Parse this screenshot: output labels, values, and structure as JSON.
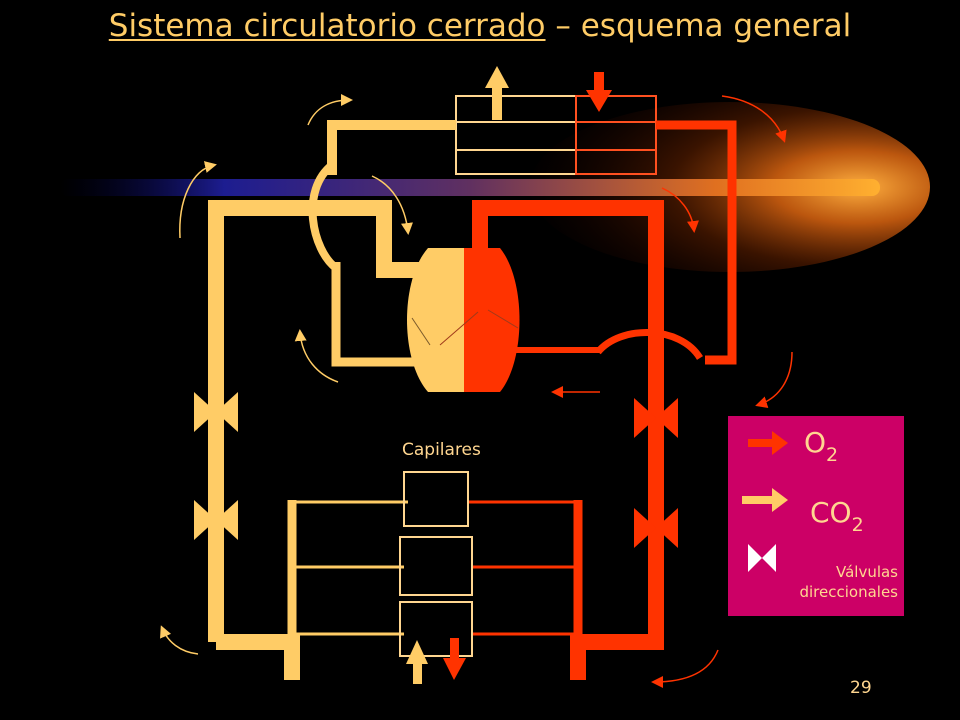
{
  "slide": {
    "title_main": "Sistema circulatorio cerrado",
    "title_rest": " – esquema general",
    "page_number": "29"
  },
  "diagram": {
    "capillaries_label": "Capilares"
  },
  "legend": {
    "o2_label": "O",
    "o2_sub": "2",
    "co2_label": "CO",
    "co2_sub": "2",
    "valves_line1": "Válvulas",
    "valves_line2": "direccionales"
  },
  "colors": {
    "background": "#000000",
    "deoxygenated": "#ffcc66",
    "oxygenated": "#ff3300",
    "legend_bg": "#cc0066",
    "text": "#ffd690"
  }
}
